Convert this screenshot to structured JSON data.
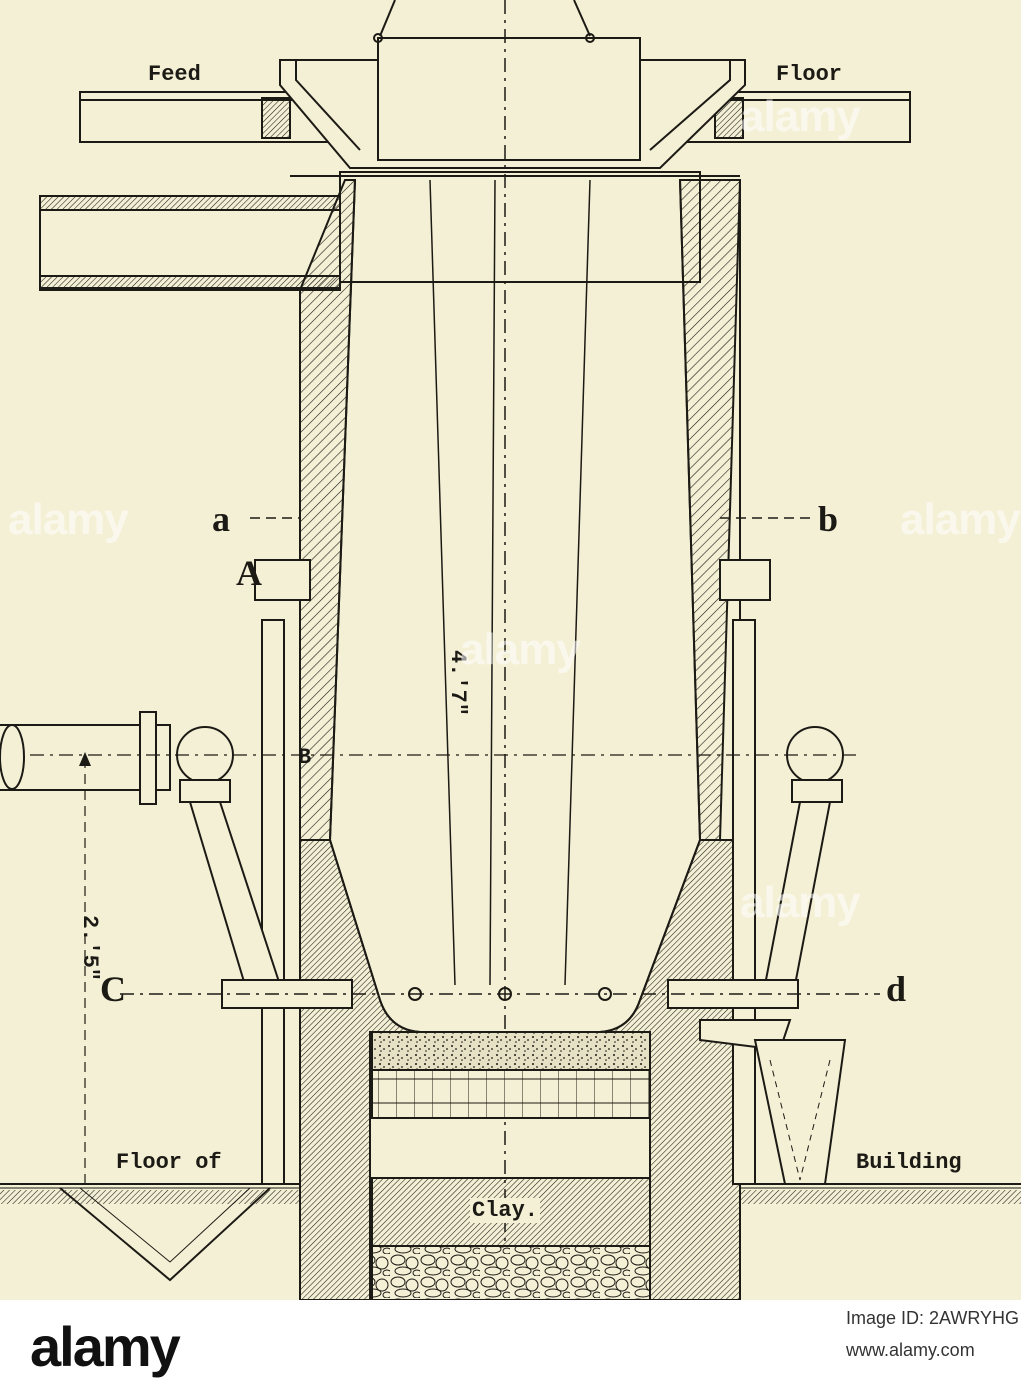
{
  "diagram": {
    "labels": {
      "feed": "Feed",
      "floor_top": "Floor",
      "a": "a",
      "b": "b",
      "A": "A",
      "B": "B",
      "c": "C",
      "d": "d",
      "floor_of": "Floor of",
      "building": "Building",
      "clay": "Clay.",
      "dim_inner": "4.'7\"",
      "dim_tuyere": "2.'5\""
    }
  },
  "watermark": {
    "text": "alamy"
  },
  "footer": {
    "logo": "alamy",
    "image_id": "Image ID: 2AWRYHG",
    "url": "www.alamy.com"
  },
  "colors": {
    "paper": "#f4f0d6",
    "ink": "#1c1a14"
  }
}
